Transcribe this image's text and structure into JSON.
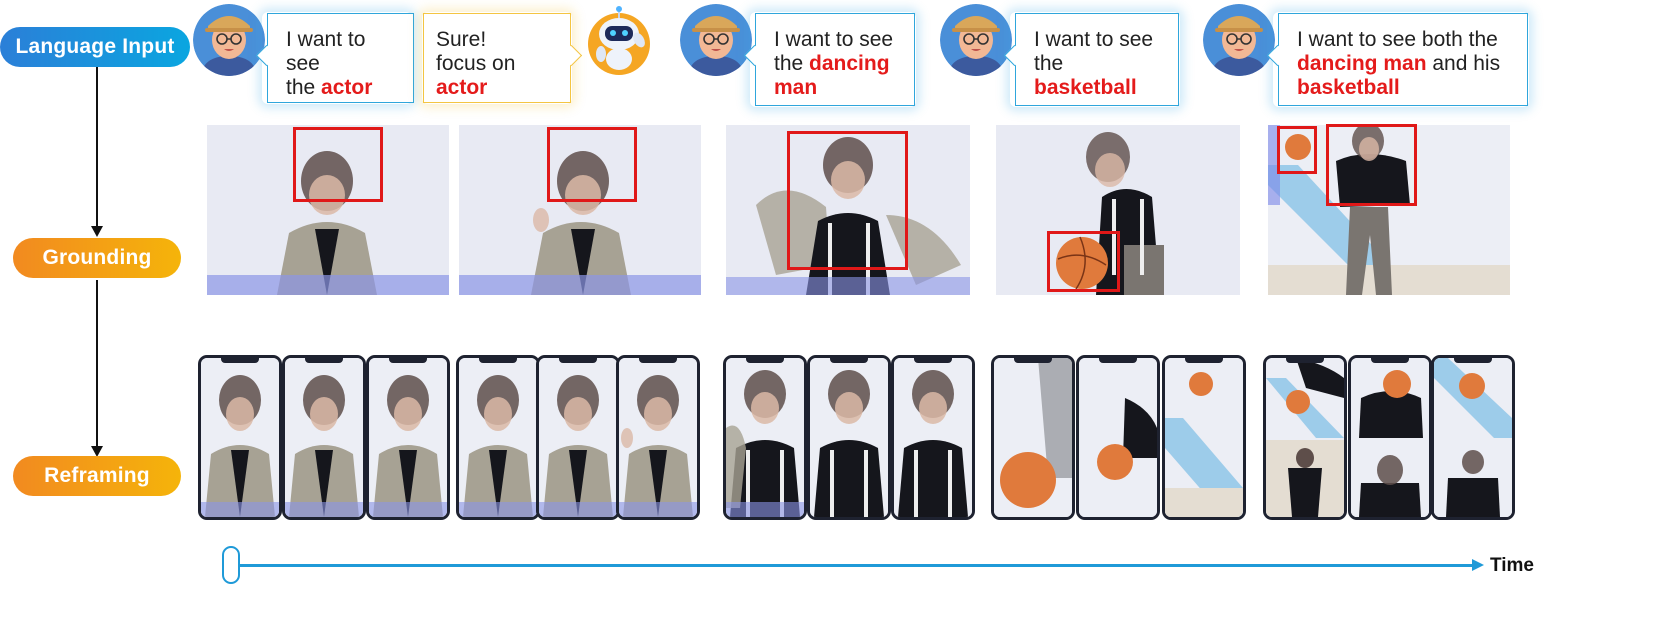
{
  "stages": {
    "language_input": "Language Input",
    "grounding": "Grounding",
    "reframing": "Reframing"
  },
  "dialog": [
    {
      "speaker": "user",
      "pre": "I want to see",
      "pre2": "the ",
      "hl": "actor",
      "post": ""
    },
    {
      "speaker": "assistant",
      "pre": "Sure!",
      "pre2": "focus on",
      "hl": "actor",
      "post": ""
    },
    {
      "speaker": "user",
      "pre": "I want to see",
      "pre2": "the ",
      "hl": "dancing",
      "hl2": "man",
      "post": ""
    },
    {
      "speaker": "user",
      "pre": "I want to see",
      "pre2": "the ",
      "hl": "basketball",
      "post": ""
    },
    {
      "speaker": "user",
      "pre": "I want to see both the",
      "hl": "dancing man",
      "mid": " and his",
      "hl2": "basketball"
    }
  ],
  "timeline": {
    "label": "Time"
  },
  "colors": {
    "highlight": "#e41b1b",
    "accent_blue": "#1f9ad8",
    "box": "#e01818"
  }
}
